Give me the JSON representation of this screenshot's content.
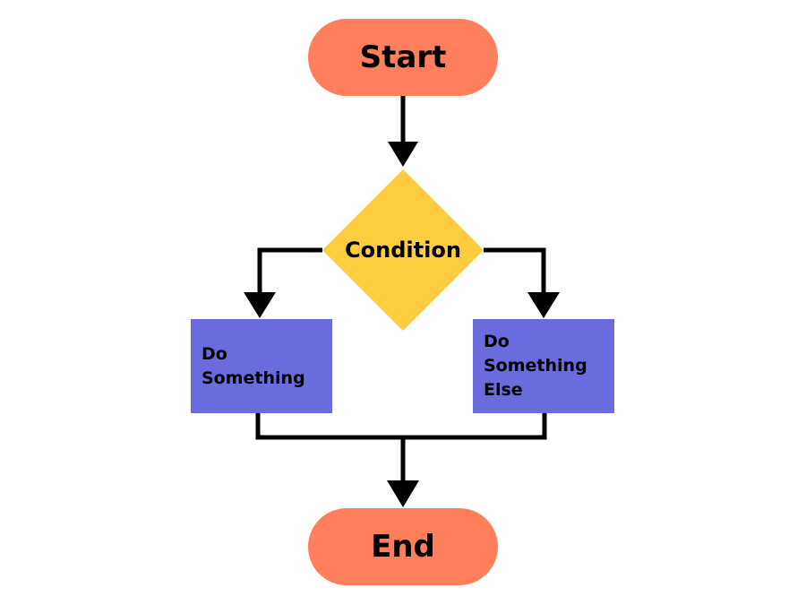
{
  "nodes": {
    "start": {
      "label": "Start"
    },
    "decision": {
      "label": "Condition"
    },
    "process_left": {
      "label": "Do\nSomething"
    },
    "process_right": {
      "label": "Do\nSomething\nElse"
    },
    "end": {
      "label": "End"
    }
  },
  "colors": {
    "terminal": "#FF7F5C",
    "decision": "#FCCD3F",
    "process": "#6A6BDC",
    "connector": "#000000",
    "background": "#FFFFFF"
  }
}
